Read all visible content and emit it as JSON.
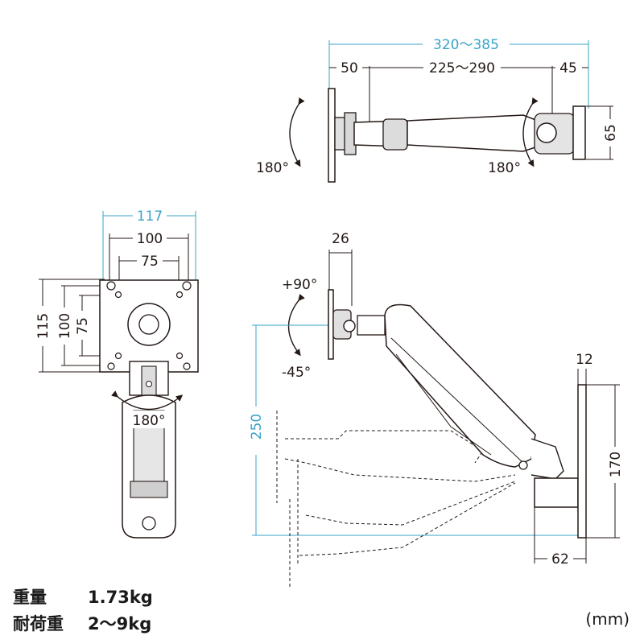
{
  "top_view": {
    "overall_width": "320～385",
    "mount_offset": "50",
    "arm_length": "225～290",
    "wall_offset": "45",
    "base_height": "65",
    "rotation_left": "180°",
    "rotation_right": "180°"
  },
  "front_view": {
    "plate_width": "117",
    "vesa_large": "100",
    "vesa_small": "75",
    "plate_height": "115",
    "vesa_large_v": "100",
    "vesa_small_v": "75",
    "rotation": "180°"
  },
  "side_view": {
    "head_depth": "26",
    "tilt_up": "+90°",
    "tilt_down": "-45°",
    "height_range": "250",
    "plate_thickness": "12",
    "plate_height": "170",
    "base_depth": "62"
  },
  "specs": {
    "weight_label": "重量",
    "weight_value": "1.73kg",
    "load_label": "耐荷重",
    "load_value": "2～9kg"
  },
  "unit": "(mm)",
  "colors": {
    "line": "#231815",
    "accent": "#3aa3c9",
    "fill_gray": "#cfcfcf",
    "fill_light": "#ececec"
  }
}
